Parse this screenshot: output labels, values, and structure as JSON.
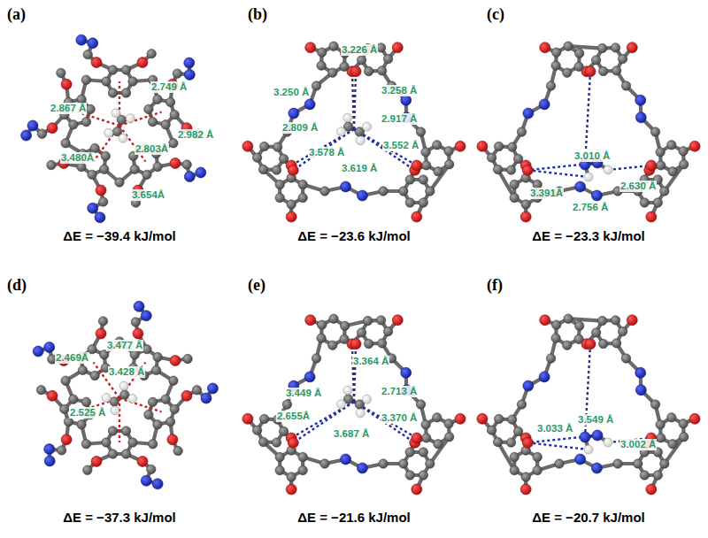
{
  "diagram": {
    "labels": [
      "(a)",
      "2.749 Å",
      "2.867 Å",
      "2.803Å",
      "2.982 Å",
      "3.480Å",
      "3.654Å",
      "ΔE = −39.4 kJ/mol",
      "(b)",
      "3.226 Å",
      "3.250 Å",
      "3.258 Å",
      "2.917 Å",
      "2.809 Å",
      "3.578 Å",
      "3.552 Å",
      "3.619 Å",
      "ΔE = −23.6 kJ/mol",
      "(c)",
      "3.010 Å",
      "3.391Å",
      "2.756 Å",
      "2.630 Å",
      "ΔE = −23.3 kJ/mol",
      "(d)",
      "2.469Å",
      "3.477 Å",
      "3.428 Å",
      "2.525 Å",
      "ΔE = −37.3 kJ/mol",
      "(e)",
      "3.364 Å",
      "2.713 Å",
      "3.449 Å",
      "2.655Å",
      "3.370 Å",
      "3.687 Å",
      "ΔE = −21.6 kJ/mol",
      "(f)",
      "3.033 Å",
      "3.549 Å",
      "3.002 Å",
      "ΔE = −20.7 kJ/mol"
    ]
  }
}
